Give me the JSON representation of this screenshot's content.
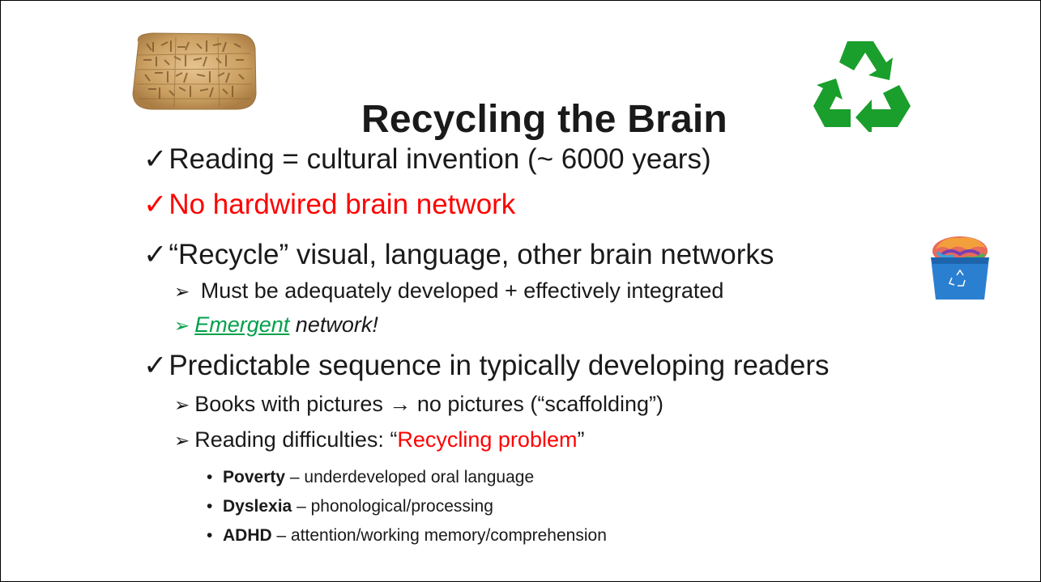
{
  "slide": {
    "title": "Recycling the Brain",
    "lines": [
      {
        "marker": "✓",
        "text": "Reading = cultural invention (~ 6000 years)"
      },
      {
        "marker": "✓",
        "text": "No hardwired brain network"
      },
      {
        "marker": "✓",
        "text": "“Recycle” visual, language, other brain networks"
      },
      {
        "marker": "➢",
        "text": " Must be adequately developed + effectively integrated"
      },
      {
        "marker": "➢",
        "emphasis": "Emergent",
        "rest": " network!"
      },
      {
        "marker": "✓",
        "text": "Predictable sequence in typically developing readers"
      },
      {
        "marker": "➢",
        "before": "Books with pictures ",
        "arrow": "→",
        "after": " no pictures (“scaffolding”)"
      },
      {
        "marker": "➢",
        "before": "Reading difficulties: “",
        "highlight": "Recycling problem",
        "after": "”"
      },
      {
        "marker": "•",
        "term": "Poverty",
        "text": " – underdeveloped oral language"
      },
      {
        "marker": "•",
        "term": "Dyslexia",
        "text": " – phonological/processing"
      },
      {
        "marker": "•",
        "term": "ADHD",
        "text": " – attention/working memory/comprehension"
      }
    ]
  },
  "colors": {
    "accent_red": "#ff0000",
    "emphasis_green": "#00a14b",
    "recycle_green": "#1a9e2c",
    "bin_blue": "#2a7fd0",
    "text": "#1a1a1a"
  },
  "icons": [
    "cuneiform-tablet-image",
    "recycle-symbol-icon",
    "brain-in-recycling-bin-image"
  ]
}
